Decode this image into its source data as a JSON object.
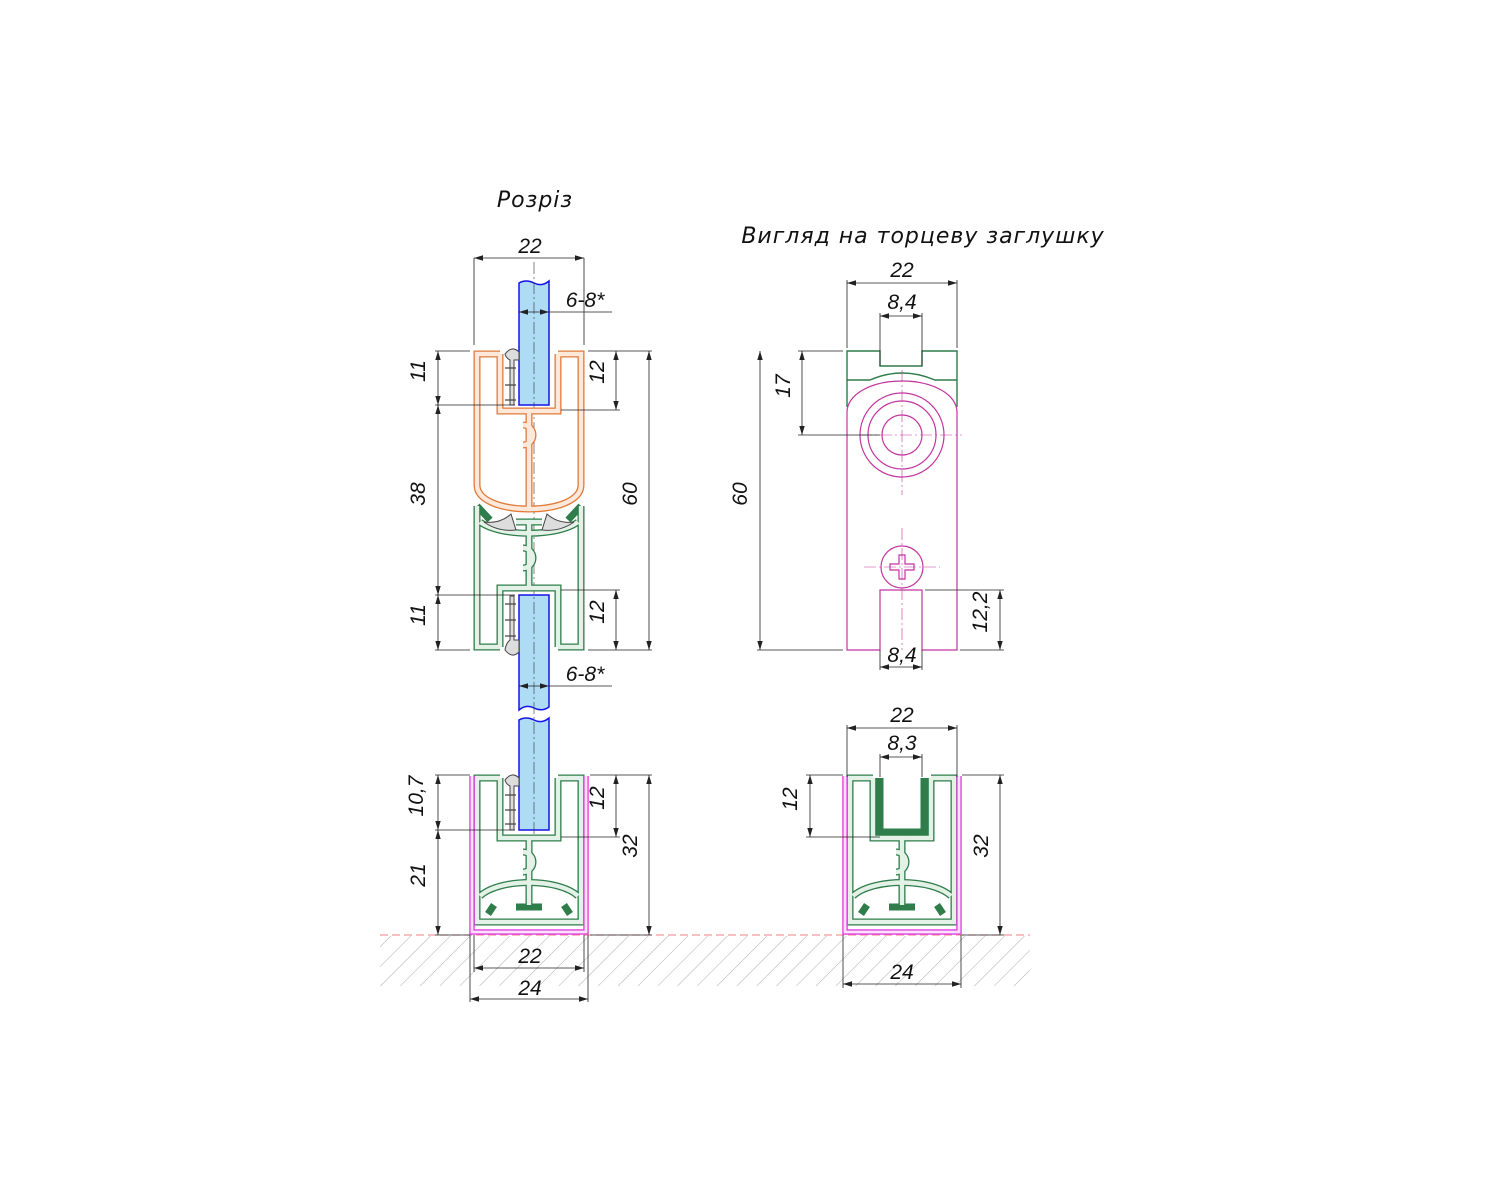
{
  "titles": {
    "section": "Розріз",
    "end_cap_view": "Вигляд на торцеву заглушку"
  },
  "section_dims": {
    "top_width": "22",
    "glass_top": "6-8*",
    "top_11": "11",
    "top_12": "12",
    "mid_38": "38",
    "total_60": "60",
    "lower_11": "11",
    "lower_12": "12",
    "glass_lower": "6-8*",
    "base_10_7": "10,7",
    "base_12": "12",
    "base_21": "21",
    "base_32": "32",
    "base_22": "22",
    "base_24": "24"
  },
  "end_cap_dims": {
    "width_22": "22",
    "notch_8_4": "8,4",
    "height_17": "17",
    "height_60": "60",
    "slot_12_2": "12,2",
    "slot_8_4": "8,4",
    "base_22": "22",
    "base_8_3": "8,3",
    "base_12": "12",
    "base_32": "32",
    "base_24": "24"
  },
  "colors": {
    "top_profile": "#e07b39",
    "profile": "#2e7d4a",
    "end_cap": "#c2359f",
    "cover": "#e23fe0",
    "glass": "#aedcf5"
  }
}
